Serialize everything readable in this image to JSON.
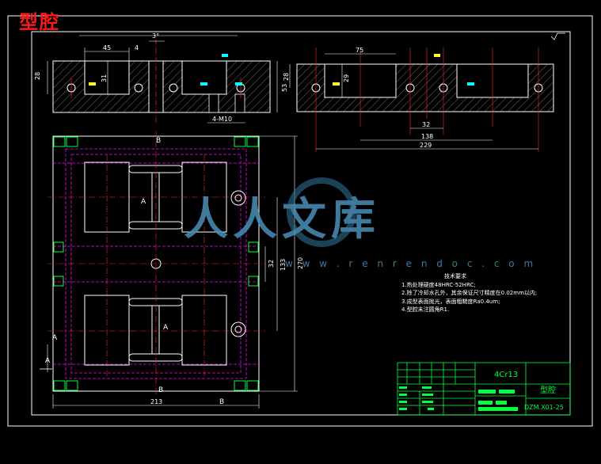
{
  "title": "型腔",
  "dimensions": {
    "d45": "45",
    "d3deg": "3°",
    "d4": "4",
    "d28_left": "28",
    "d31": "31",
    "d53": "53",
    "d4m10": "4-M10",
    "d75": "75",
    "d28_right": "28",
    "d29": "29",
    "d32_right": "32",
    "d138": "138",
    "d229": "229",
    "d32_plan": "32",
    "d133": "133",
    "d270": "270",
    "d213": "213"
  },
  "section_marks": {
    "b_top": "B",
    "b_bottom": "B",
    "b_bottom_right": "B",
    "a_center1": "A",
    "a_center2": "A",
    "a_left1": "A",
    "a_left2": "A"
  },
  "requirements": {
    "title": "技术要求",
    "items": [
      "1.热处理硬度48HRC-52HRC;",
      "2.除了冷却水孔外，其余保证尺寸精度在0.02mm以内;",
      "3.成型表面抛光，表面粗糙度Ra0.4um;",
      "4.型腔未注圆角R1."
    ]
  },
  "title_block": {
    "material": "4Cr13",
    "part_name": "型腔",
    "drawing_no": "DZM.X01-25"
  },
  "watermark": {
    "text": "人人文库",
    "url": "w w w . r e n r e n d o c . c o m"
  },
  "colors": {
    "outline": "#ffffff",
    "centerline": "#ff2a2a",
    "hidden": "#ff00ff",
    "hatch": "#6e6e6e",
    "cyan": "#00ffff",
    "yellow": "#ffff33",
    "green": "#00ff3c",
    "cavity": "#ffffff"
  }
}
